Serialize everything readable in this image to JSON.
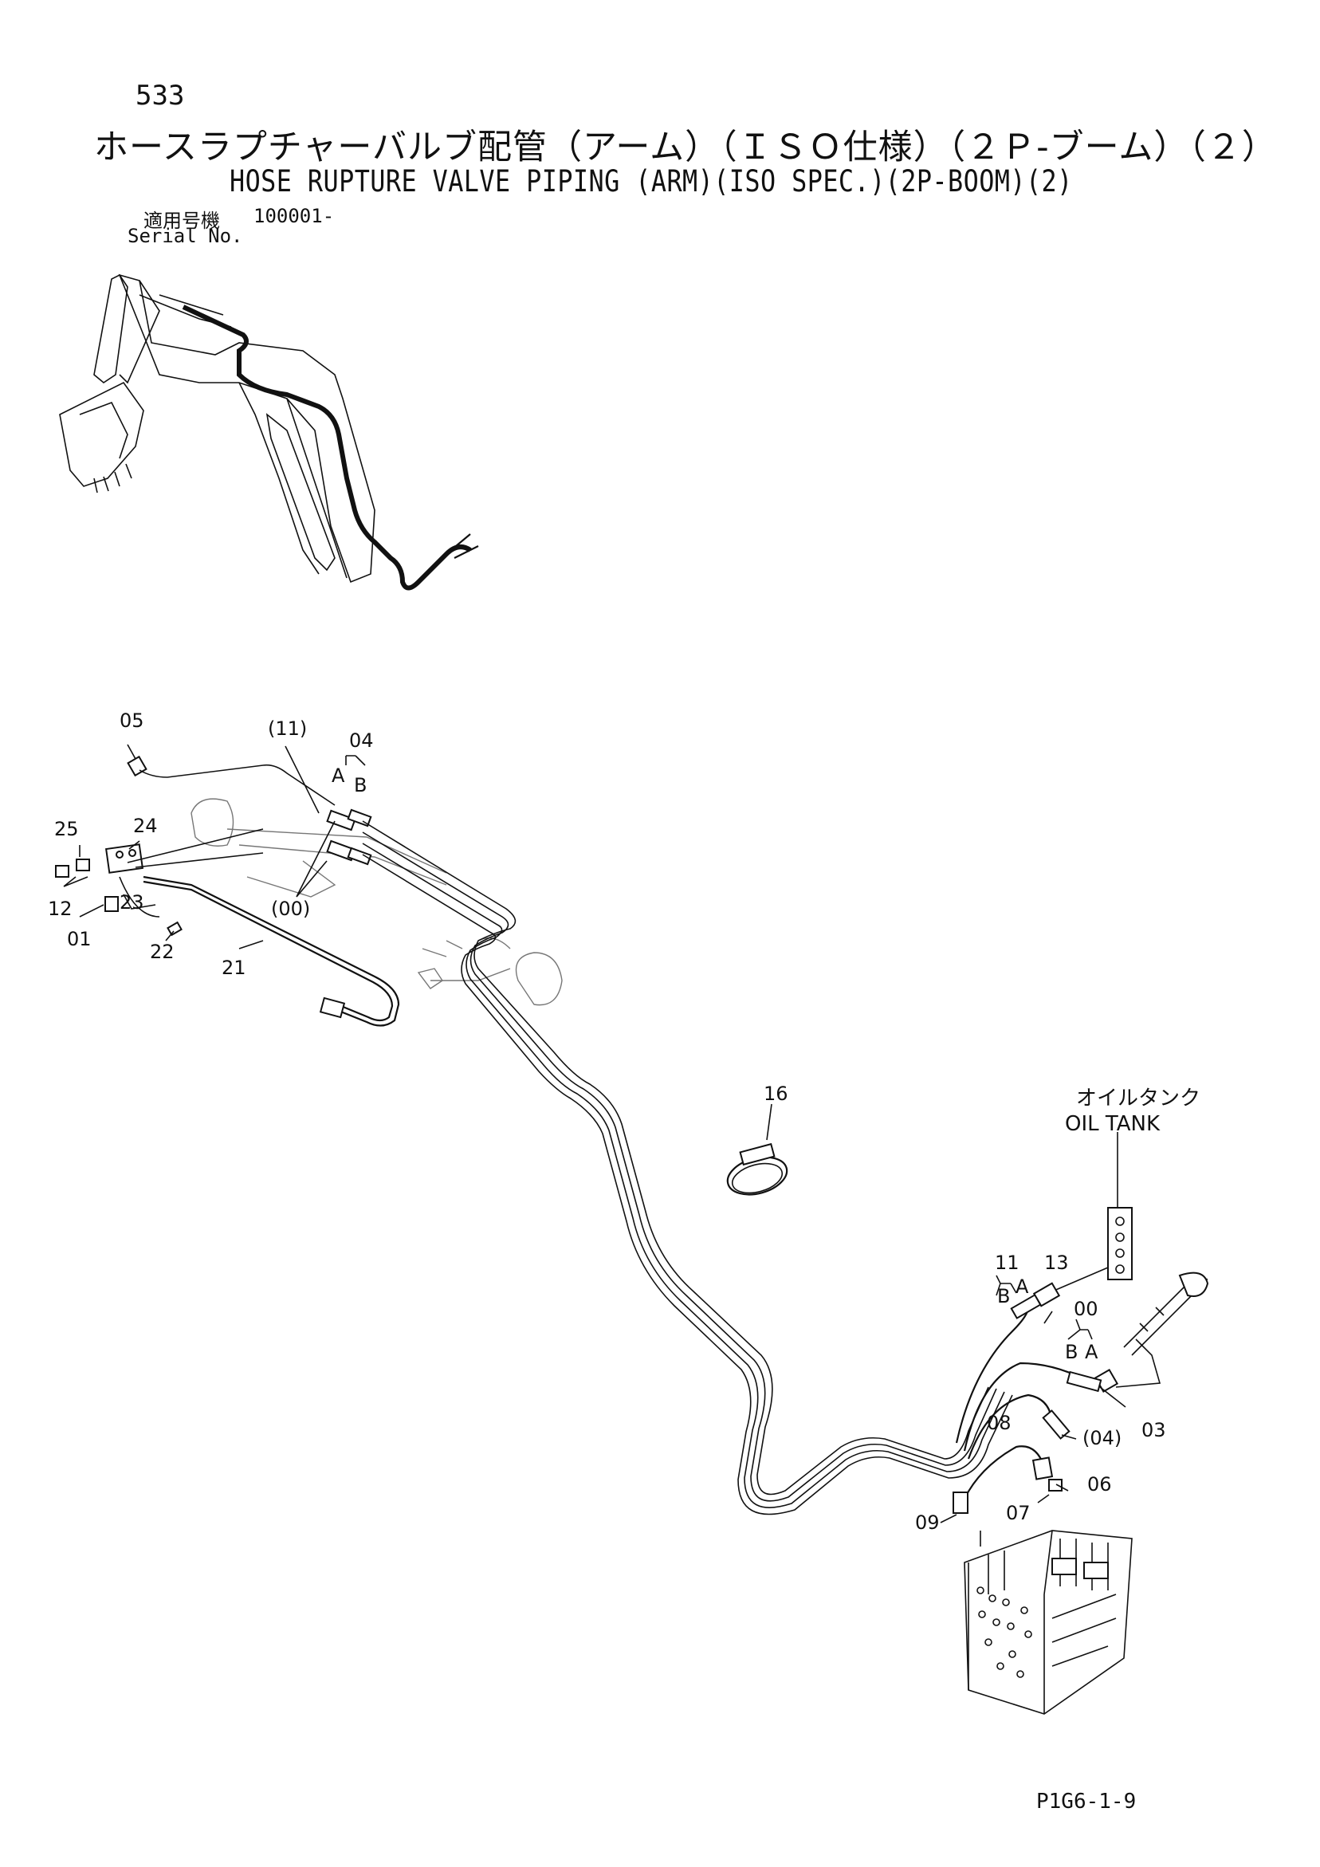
{
  "header": {
    "page_number": "533",
    "title_jp": "ホースラプチャーバルブ配管（アーム）（ＩＳＯ仕様）（２Ｐ-ブーム）（２）",
    "title_en": "HOSE RUPTURE VALVE PIPING (ARM)(ISO SPEC.)(2P-BOOM)(2)",
    "serial_label_jp": "適用号機",
    "serial_value": "100001-",
    "serial_label_en": "Serial No."
  },
  "callouts": {
    "p05": "05",
    "p11_paren": "(11)",
    "p04": "04",
    "p04_a": "A",
    "p04_b": "B",
    "p25": "25",
    "p24": "24",
    "p12": "12",
    "p23": "23",
    "p01": "01",
    "p22": "22",
    "p00_paren": "(00)",
    "p21": "21",
    "p16": "16",
    "p11": "11",
    "p11_b": "B",
    "p11_a": "A",
    "p13": "13",
    "p00": "00",
    "p00_b": "B",
    "p00_a": "A",
    "p03": "03",
    "p04_paren": "(04)",
    "p08": "08",
    "p06": "06",
    "p07": "07",
    "p09": "09"
  },
  "oil_tank": {
    "label_jp": "オイルタンク",
    "label_en": "OIL TANK"
  },
  "footer": {
    "code": "P1G6-1-9"
  }
}
